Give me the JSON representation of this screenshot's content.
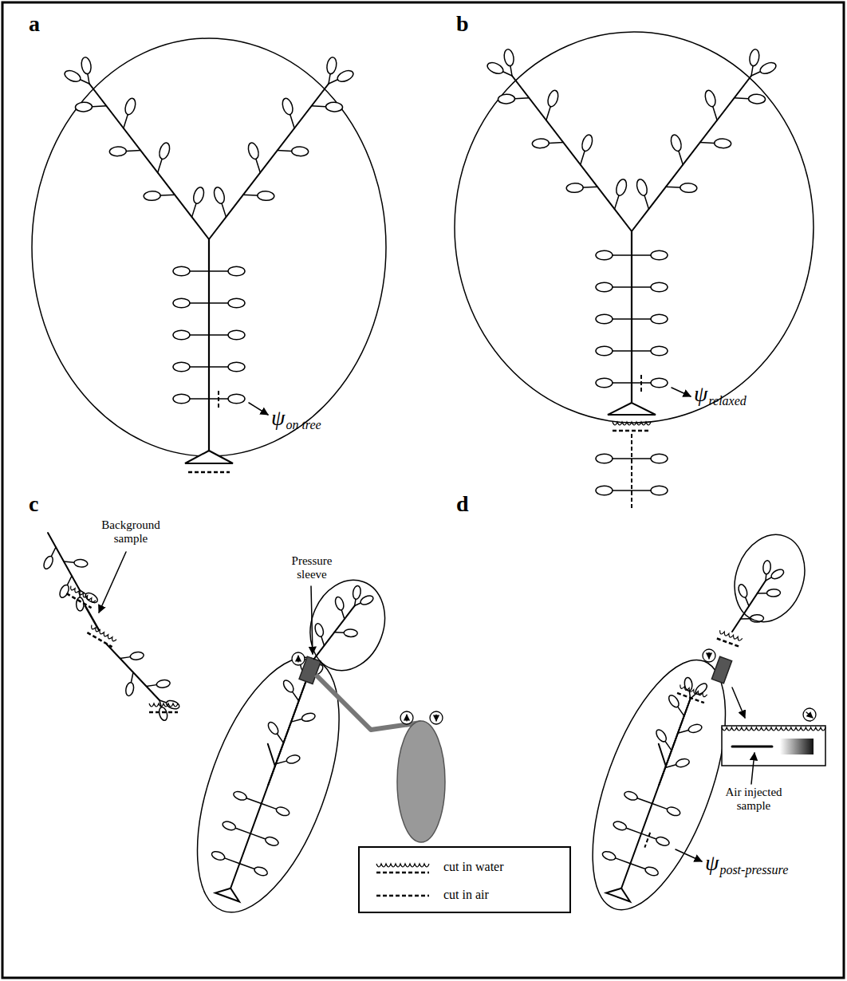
{
  "diagram": {
    "labels": [
      "a",
      "b",
      "c",
      "d",
      "ψ",
      "on tree",
      "ψ",
      "relaxed",
      "Background sample",
      "Pressure sleeve",
      "Air injected sample",
      "ψ",
      "post-pressure"
    ],
    "legend": [
      {
        "text": "cut in water"
      },
      {
        "text": "cut in air"
      }
    ]
  }
}
